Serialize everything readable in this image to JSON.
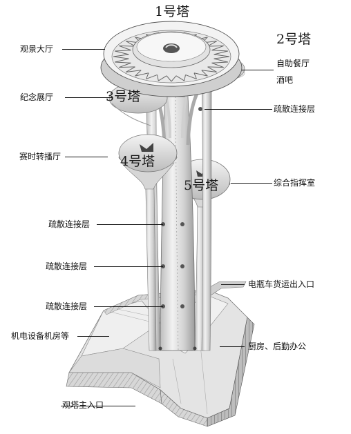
{
  "towers": {
    "t1": "1号塔",
    "t2": "2号塔",
    "t3": "3号塔",
    "t4": "4号塔",
    "t5": "5号塔"
  },
  "labels": {
    "observation_hall": "观景大厅",
    "buffet_restaurant": "自助餐厅",
    "bar": "酒吧",
    "memorial_hall": "纪念展厅",
    "evacuation_top": "疏散连接层",
    "broadcast_hall": "赛时转播厅",
    "command_room": "综合指挥室",
    "evacuation_1": "疏散连接层",
    "evacuation_2": "疏散连接层",
    "evacuation_3": "疏散连接层",
    "ev_entrance": "电瓶车货运出入口",
    "equipment_room": "机电设备机房等",
    "kitchen_office": "厨房、后勤办公",
    "main_entrance": "观塔主入口"
  },
  "colors": {
    "line": "#111111",
    "structure_light": "#e6e6e6",
    "structure_mid": "#c4c4c4",
    "structure_dark": "#8a8a8a"
  }
}
